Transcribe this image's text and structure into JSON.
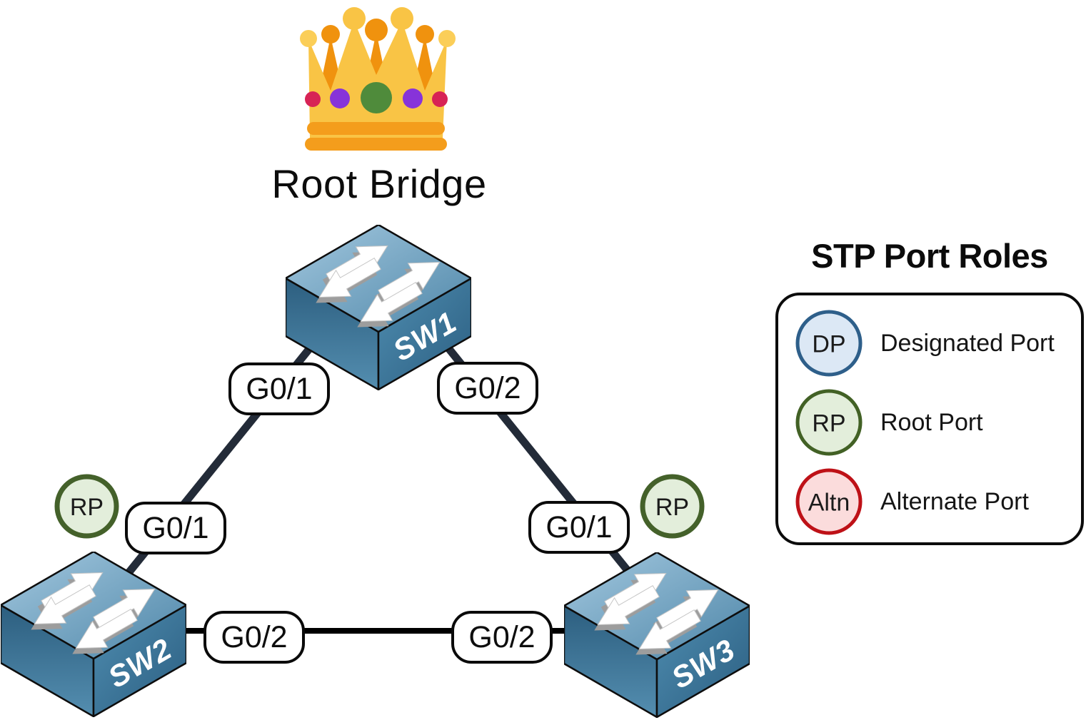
{
  "diagram": {
    "root_bridge_label": "Root Bridge",
    "icons": {
      "crown": "crown-icon",
      "switch": "switch-arrows-icon"
    },
    "switches": [
      {
        "label": "SW1"
      },
      {
        "label": "SW2"
      },
      {
        "label": "SW3"
      }
    ],
    "links": [
      {
        "from": "SW1",
        "to": "SW2"
      },
      {
        "from": "SW1",
        "to": "SW3"
      },
      {
        "from": "SW2",
        "to": "SW3"
      }
    ],
    "port_labels": [
      {
        "switch": "SW1",
        "text": "G0/1"
      },
      {
        "switch": "SW1",
        "text": "G0/2"
      },
      {
        "switch": "SW2",
        "text": "G0/1"
      },
      {
        "switch": "SW2",
        "text": "G0/2"
      },
      {
        "switch": "SW3",
        "text": "G0/2"
      },
      {
        "switch": "SW3",
        "text": "G0/1"
      }
    ],
    "port_role_badges": [
      {
        "switch": "SW2",
        "text": "RP",
        "fill": "#e3eedb",
        "border": "#44612a"
      },
      {
        "switch": "SW3",
        "text": "RP",
        "fill": "#e3eedb",
        "border": "#44612a"
      }
    ]
  },
  "legend": {
    "title": "STP Port Roles",
    "items": [
      {
        "abbr": "DP",
        "label": "Designated Port",
        "fill": "#dce8f5",
        "border": "#2e5f8a"
      },
      {
        "abbr": "RP",
        "label": "Root Port",
        "fill": "#e3eedb",
        "border": "#426125"
      },
      {
        "abbr": "Altn",
        "label": "Alternate Port",
        "fill": "#fbdcdc",
        "border": "#be1117"
      }
    ]
  },
  "colors": {
    "background": "#ffffff",
    "link_diagonal": "#232b38",
    "link_horizontal": "#000000",
    "switch_top_light": "#9fc4db",
    "switch_deep_blue": "#2b5e81",
    "crown_gold": "#f9c445",
    "crown_orange": "#f0920e",
    "jewel_red": "#d72355",
    "jewel_purple": "#8733d9",
    "jewel_green": "#4f8b3b"
  }
}
